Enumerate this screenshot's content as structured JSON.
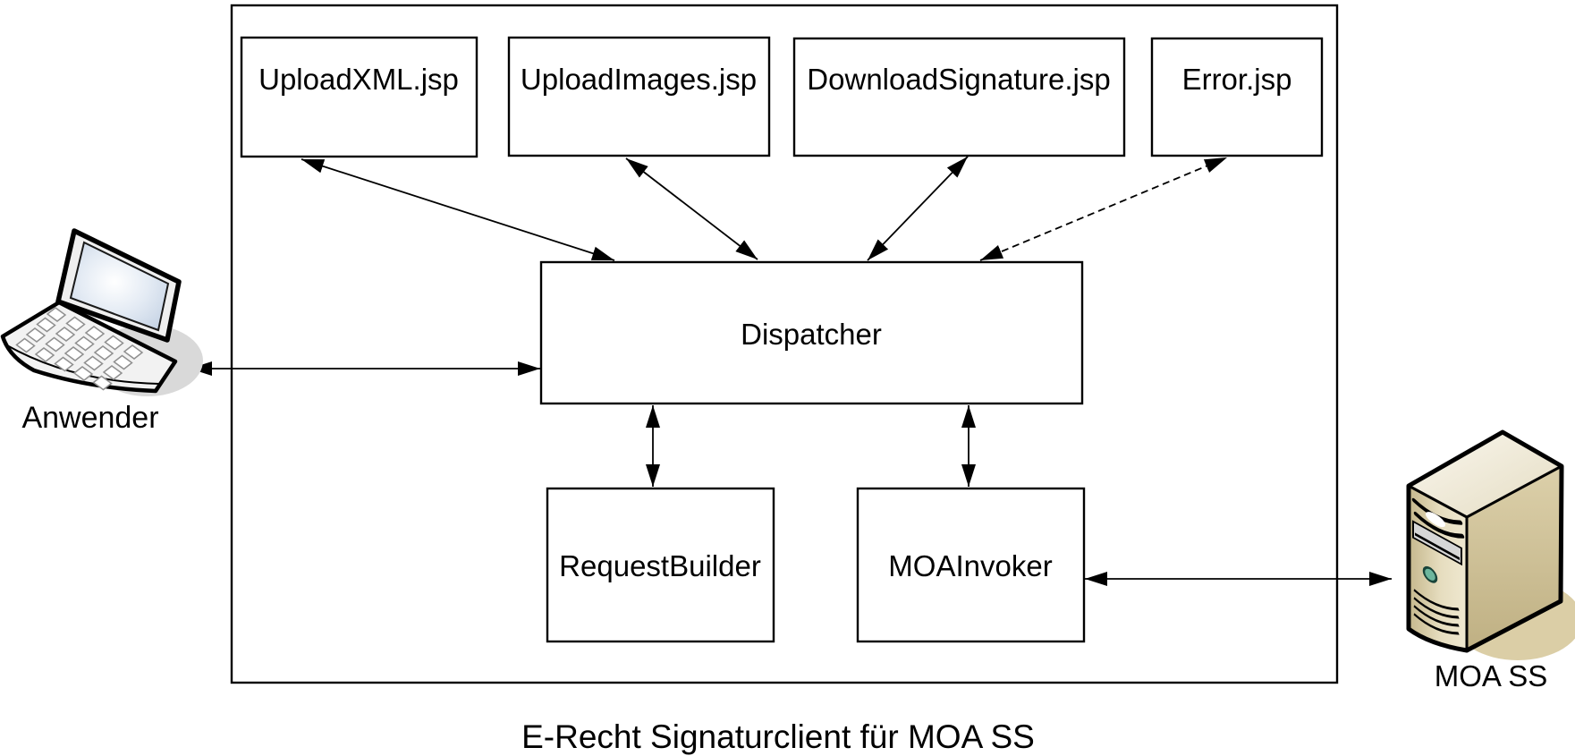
{
  "diagram": {
    "caption": "E-Recht Signaturclient für MOA SS",
    "boxes": {
      "upload_xml": "UploadXML.jsp",
      "upload_images": "UploadImages.jsp",
      "download_signature": "DownloadSignature.jsp",
      "error": "Error.jsp",
      "dispatcher": "Dispatcher",
      "request_builder": "RequestBuilder",
      "moa_invoker": "MOAInvoker"
    },
    "actors": {
      "user": "Anwender",
      "server": "MOA SS"
    },
    "connections": [
      {
        "from": "UploadXML.jsp",
        "to": "Dispatcher",
        "style": "solid",
        "bidirectional": true
      },
      {
        "from": "UploadImages.jsp",
        "to": "Dispatcher",
        "style": "solid",
        "bidirectional": true
      },
      {
        "from": "DownloadSignature.jsp",
        "to": "Dispatcher",
        "style": "solid",
        "bidirectional": true
      },
      {
        "from": "Error.jsp",
        "to": "Dispatcher",
        "style": "dashed",
        "bidirectional": true
      },
      {
        "from": "Anwender",
        "to": "Dispatcher",
        "style": "solid",
        "bidirectional": true
      },
      {
        "from": "Dispatcher",
        "to": "RequestBuilder",
        "style": "solid",
        "bidirectional": true
      },
      {
        "from": "Dispatcher",
        "to": "MOAInvoker",
        "style": "solid",
        "bidirectional": true
      },
      {
        "from": "MOAInvoker",
        "to": "MOA SS",
        "style": "solid",
        "bidirectional": true
      }
    ],
    "colors": {
      "line": "#000000",
      "box_fill": "#ffffff",
      "laptop_screen": "#c4d2e4",
      "laptop_body": "#f2f2f2",
      "laptop_shadow": "#d9d9d9",
      "server_front": "#e3d9b8",
      "server_side": "#cfc096",
      "server_top": "#f0ead6",
      "server_shadow": "#dbcea6",
      "power_button": "#6db69d"
    }
  }
}
